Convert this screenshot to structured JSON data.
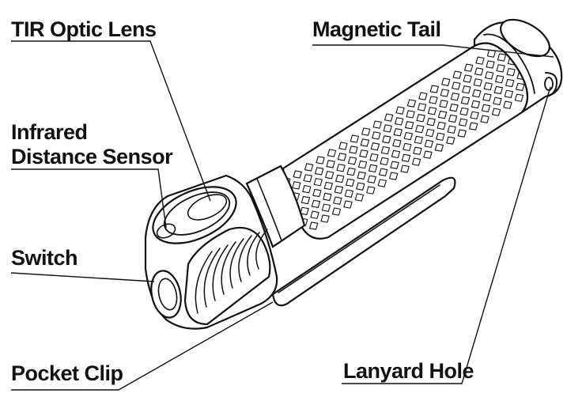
{
  "labels": {
    "tir_lens": "TIR Optic Lens",
    "ir_sensor_line1": "Infrared",
    "ir_sensor_line2": "Distance Sensor",
    "switch": "Switch",
    "pocket_clip": "Pocket Clip",
    "magnetic_tail": "Magnetic Tail",
    "lanyard_hole": "Lanyard Hole"
  },
  "colors": {
    "ink": "#111111",
    "background": "#ffffff"
  }
}
